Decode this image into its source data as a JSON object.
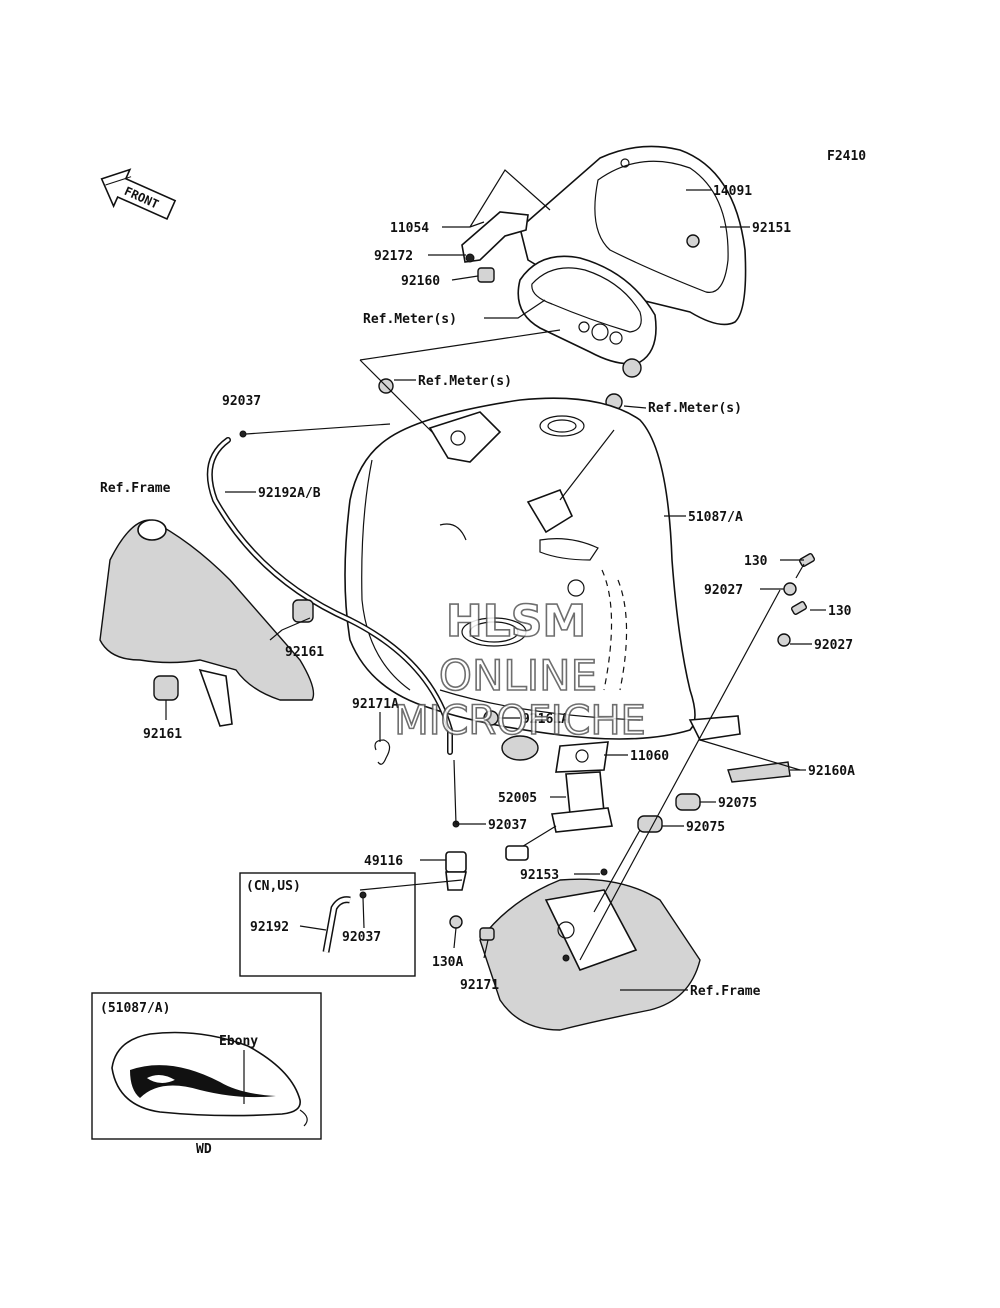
{
  "figure_code": "F2410",
  "front_arrow_label": "FRONT",
  "watermark": {
    "line1": "HLSM",
    "line2": "ONLINE",
    "line3": "MICROFICHE"
  },
  "callouts": {
    "c14091": "14091",
    "c11054": "11054",
    "c92151": "92151",
    "c92172": "92172",
    "c92160": "92160",
    "refmeter1": "Ref.Meter(s)",
    "refmeter2": "Ref.Meter(s)",
    "refmeter3": "Ref.Meter(s)",
    "c92037a": "92037",
    "c92192ab": "92192A/B",
    "refframe1": "Ref.Frame",
    "c51087a": "51087/A",
    "c130a": "130",
    "c92027a": "92027",
    "c130b": "130",
    "c92027b": "92027",
    "c92161a": "92161",
    "c92161b": "92161",
    "c92171a": "92171A",
    "c92161a_tank": "92161A",
    "c11060": "11060",
    "c92160a": "92160A",
    "c52005": "52005",
    "c92075a": "92075",
    "c92037b": "92037",
    "c92075b": "92075",
    "c49116": "49116",
    "c92153": "92153",
    "c92192": "92192",
    "c92037c": "92037",
    "c130aa": "130A",
    "c92171": "92171",
    "refframe2": "Ref.Frame"
  },
  "cn_us_box": {
    "title": "(CN,US)"
  },
  "variant_box": {
    "title": "(51087/A)",
    "color_label": "Ebony",
    "footer": "WD"
  }
}
